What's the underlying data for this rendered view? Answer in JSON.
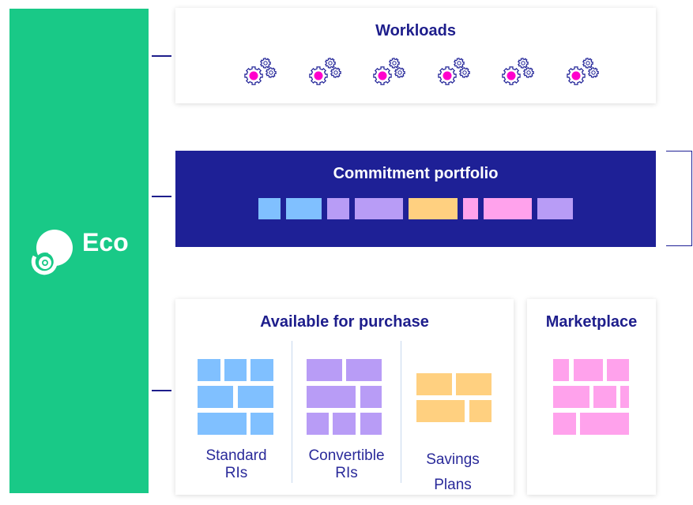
{
  "brand": {
    "name": "Eco"
  },
  "workloads": {
    "title": "Workloads",
    "count": 6
  },
  "commitment": {
    "title": "Commitment portfolio"
  },
  "available": {
    "title": "Available for purchase",
    "groups": [
      {
        "label1": "Standard",
        "label2": "RIs"
      },
      {
        "label1": "Convertible",
        "label2": "RIs"
      },
      {
        "label1": "Savings",
        "label2": "Plans"
      }
    ]
  },
  "marketplace": {
    "title": "Marketplace"
  },
  "colors": {
    "green": "#19c987",
    "navy": "#1e2096",
    "blue": "#80c0ff",
    "purple": "#b89cf6",
    "orange": "#ffd080",
    "pink": "#ffa2ec",
    "magenta": "#ff00cc"
  }
}
